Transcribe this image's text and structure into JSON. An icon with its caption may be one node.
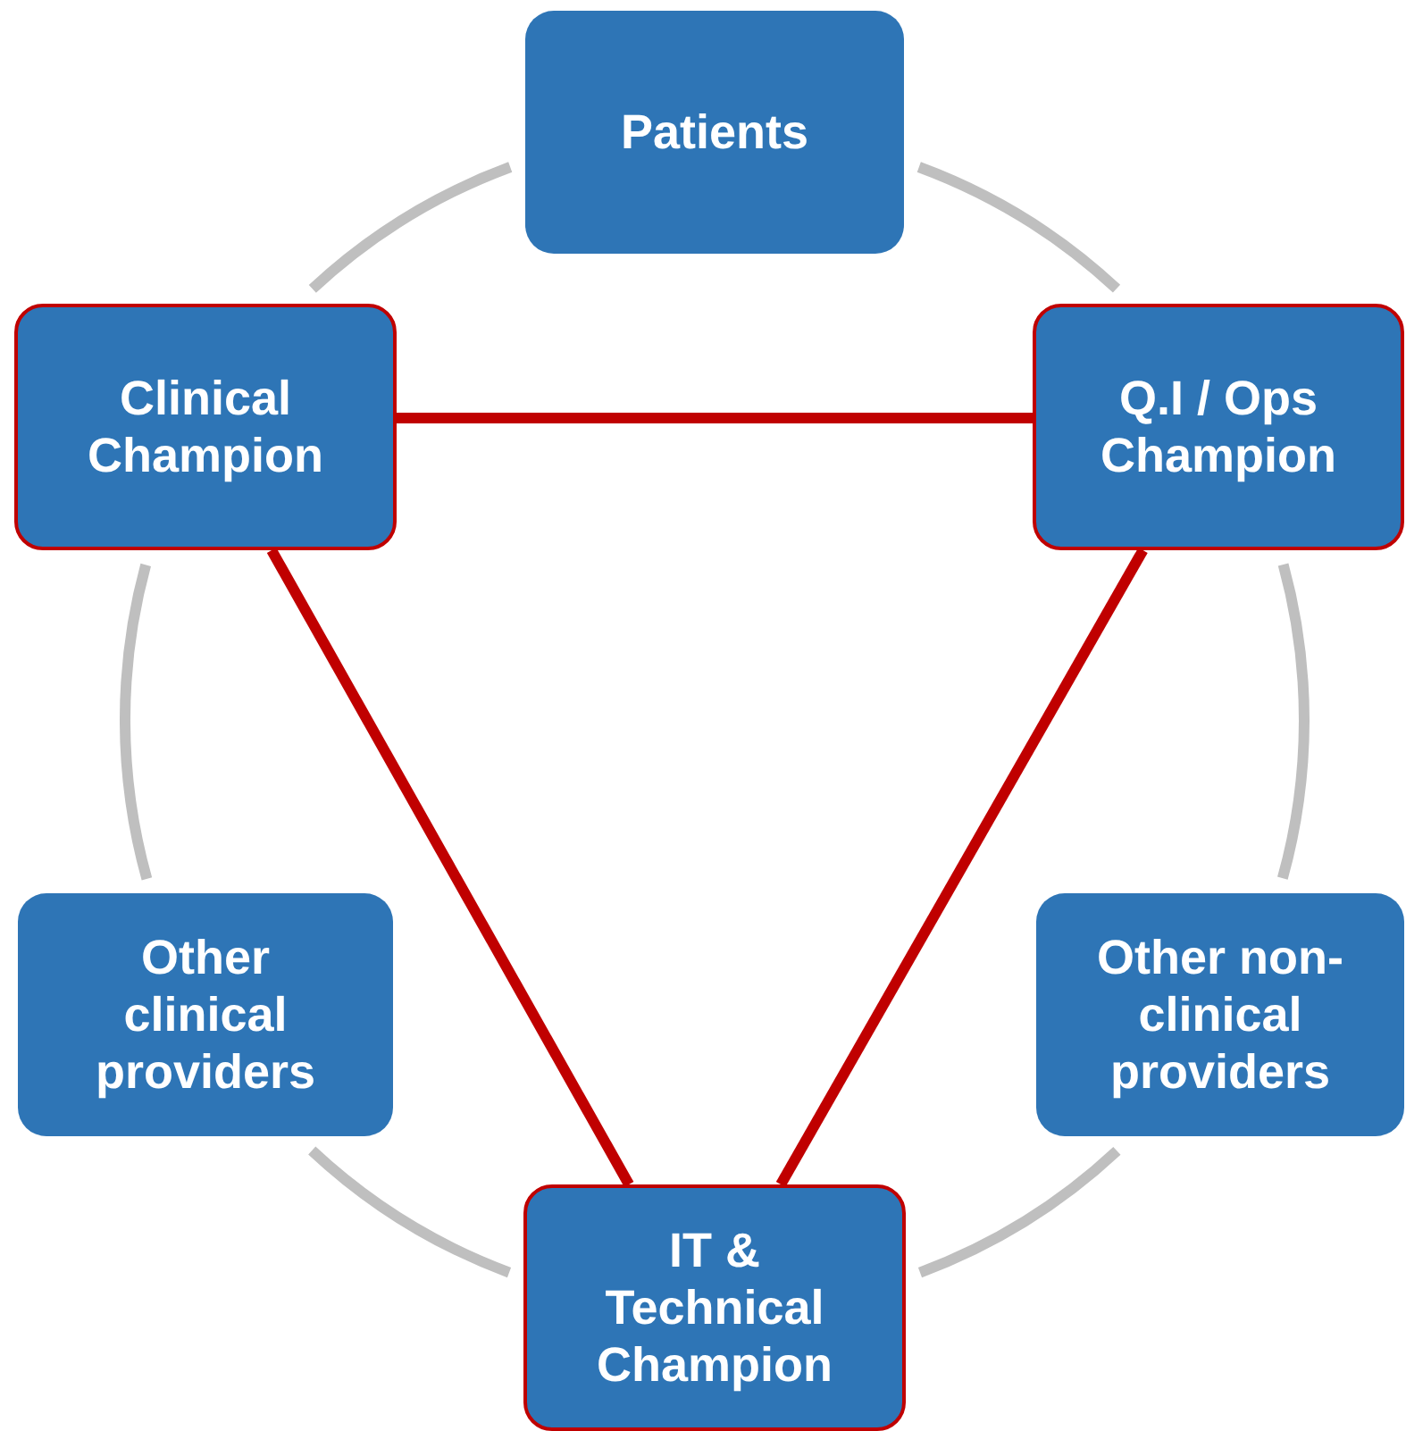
{
  "diagram": {
    "nodes": [
      {
        "text": [
          "Patients"
        ]
      },
      {
        "text": [
          "Clinical Champion"
        ]
      },
      {
        "text": [
          "Q.I / Ops Champion"
        ]
      },
      {
        "text": [
          "Other clinical providers"
        ]
      },
      {
        "text": [
          "Other non-clinical providers"
        ]
      },
      {
        "text": [
          "IT & Technical Champion"
        ]
      }
    ],
    "edges": [
      {
        "from": 0,
        "to": 2,
        "arrow": "none"
      },
      {
        "from": 2,
        "to": 4,
        "arrow": "none"
      },
      {
        "from": 4,
        "to": 5,
        "arrow": "none"
      },
      {
        "from": 5,
        "to": 3,
        "arrow": "none"
      },
      {
        "from": 3,
        "to": 1,
        "arrow": "none"
      },
      {
        "from": 1,
        "to": 0,
        "arrow": "none"
      },
      {
        "from": 1,
        "to": 2,
        "arrow": "none",
        "color": "#c00000"
      },
      {
        "from": 1,
        "to": 5,
        "arrow": "none",
        "color": "#c00000"
      },
      {
        "from": 2,
        "to": 5,
        "arrow": "none",
        "color": "#c00000"
      }
    ]
  }
}
